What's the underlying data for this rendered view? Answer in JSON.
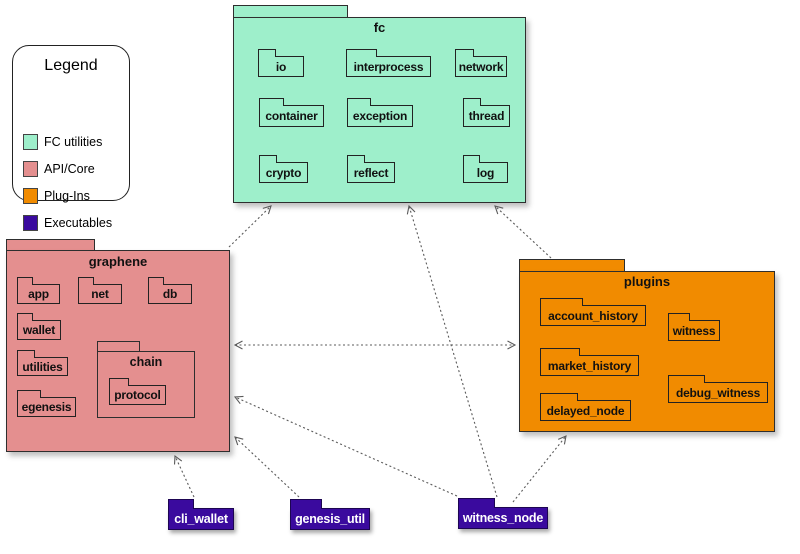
{
  "legend": {
    "title": "Legend",
    "items": [
      {
        "label": "FC utilities",
        "color": "#9eefcb"
      },
      {
        "label": "API/Core",
        "color": "#e48f8f"
      },
      {
        "label": "Plug-Ins",
        "color": "#f18b00"
      },
      {
        "label": "Executables",
        "color": "#3a0a9e"
      }
    ]
  },
  "packages": {
    "fc": {
      "title": "fc",
      "color": "#9eefcb",
      "folders": [
        "io",
        "interprocess",
        "network",
        "container",
        "exception",
        "thread",
        "crypto",
        "reflect",
        "log"
      ]
    },
    "graphene": {
      "title": "graphene",
      "color": "#e48f8f",
      "folders": [
        "app",
        "net",
        "db",
        "wallet",
        "utilities",
        "egenesis"
      ],
      "subpackage": {
        "title": "chain",
        "folders": [
          "protocol"
        ]
      }
    },
    "plugins": {
      "title": "plugins",
      "color": "#f18b00",
      "folders": [
        "account_history",
        "witness",
        "market_history",
        "debug_witness",
        "delayed_node"
      ]
    }
  },
  "executables": {
    "color": "#3a0a9e",
    "items": [
      "cli_wallet",
      "genesis_util",
      "witness_node"
    ]
  },
  "edges": {
    "style": "dashed",
    "color": "#5a5a5a",
    "list": [
      {
        "from": "graphene",
        "to": "fc",
        "bidirectional": false
      },
      {
        "from": "plugins",
        "to": "fc",
        "bidirectional": false
      },
      {
        "from": "witness_node",
        "to": "fc",
        "bidirectional": false
      },
      {
        "from": "graphene",
        "to": "plugins",
        "bidirectional": true
      },
      {
        "from": "cli_wallet",
        "to": "graphene",
        "bidirectional": false
      },
      {
        "from": "genesis_util",
        "to": "graphene",
        "bidirectional": false
      },
      {
        "from": "witness_node",
        "to": "graphene",
        "bidirectional": false
      },
      {
        "from": "witness_node",
        "to": "plugins",
        "bidirectional": false
      }
    ]
  }
}
